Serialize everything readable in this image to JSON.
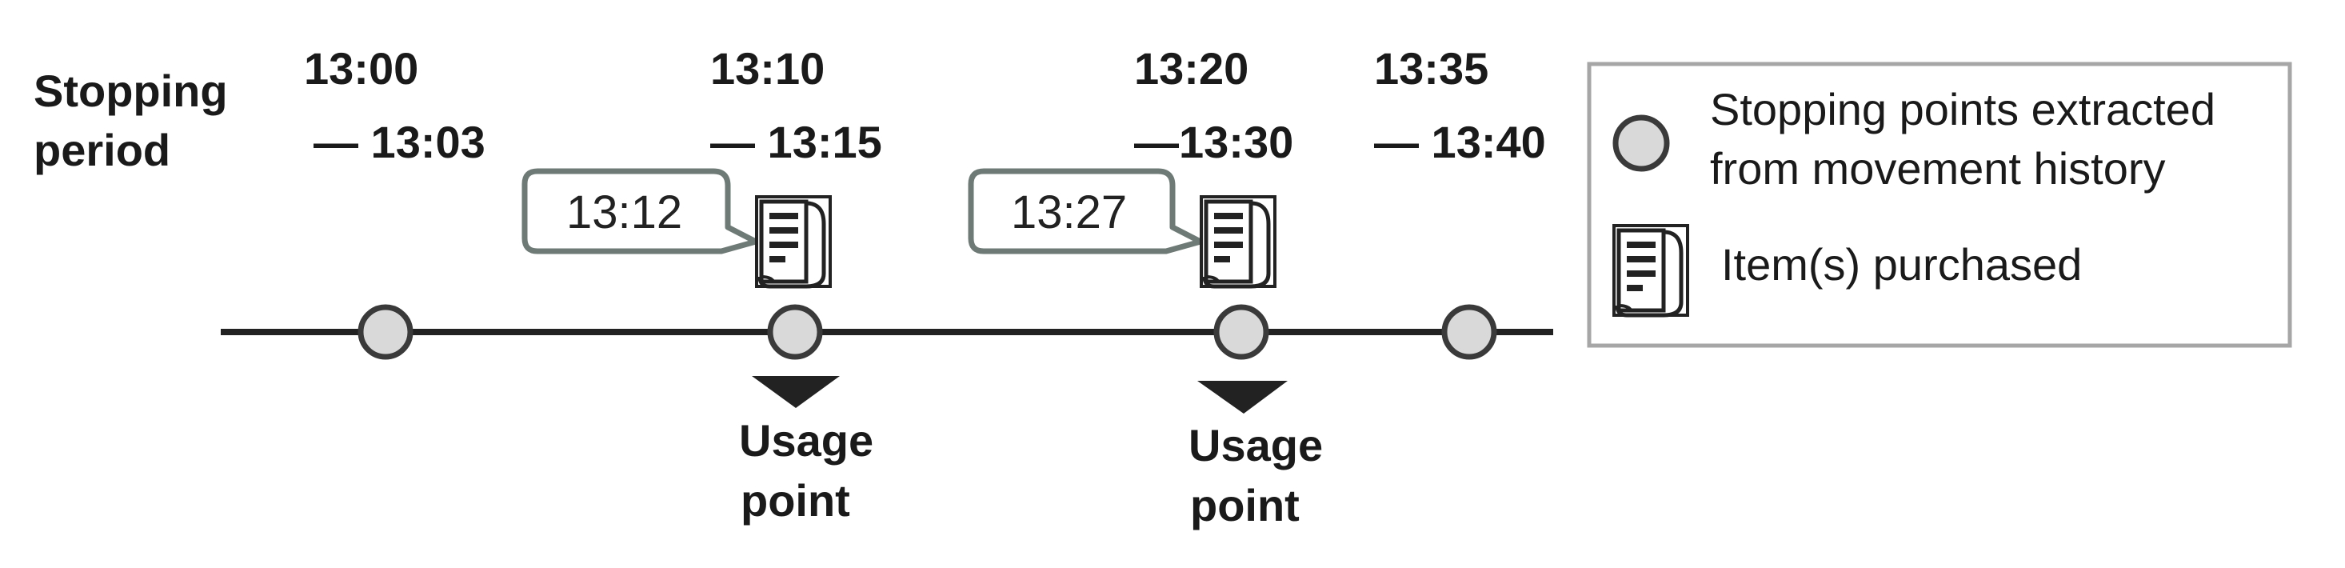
{
  "title": {
    "line1": "Stopping",
    "line2": "period"
  },
  "periods": [
    {
      "start": "13:00",
      "end": "— 13:03"
    },
    {
      "start": "13:10",
      "end": "— 13:15"
    },
    {
      "start": "13:20",
      "end": "—13:30"
    },
    {
      "start": "13:35",
      "end": "— 13:40"
    }
  ],
  "purchases": [
    {
      "time": "13:12"
    },
    {
      "time": "13:27"
    }
  ],
  "usage_points": [
    {
      "line1": "Usage",
      "line2": "point"
    },
    {
      "line1": "Usage",
      "line2": "point"
    }
  ],
  "legend": {
    "stop_line1": "Stopping points extracted",
    "stop_line2": "from movement history",
    "purchase_label": "Item(s) purchased"
  },
  "colors": {
    "timeline": "#222222",
    "node_fill": "#d9d9d9",
    "node_stroke": "#3a3a3a",
    "callout_stroke": "#6e7a76",
    "legend_border": "#a6a6a6"
  },
  "icons": {
    "stop": "circle-node-icon",
    "purchase": "receipt-icon",
    "usage": "down-triangle-icon"
  }
}
